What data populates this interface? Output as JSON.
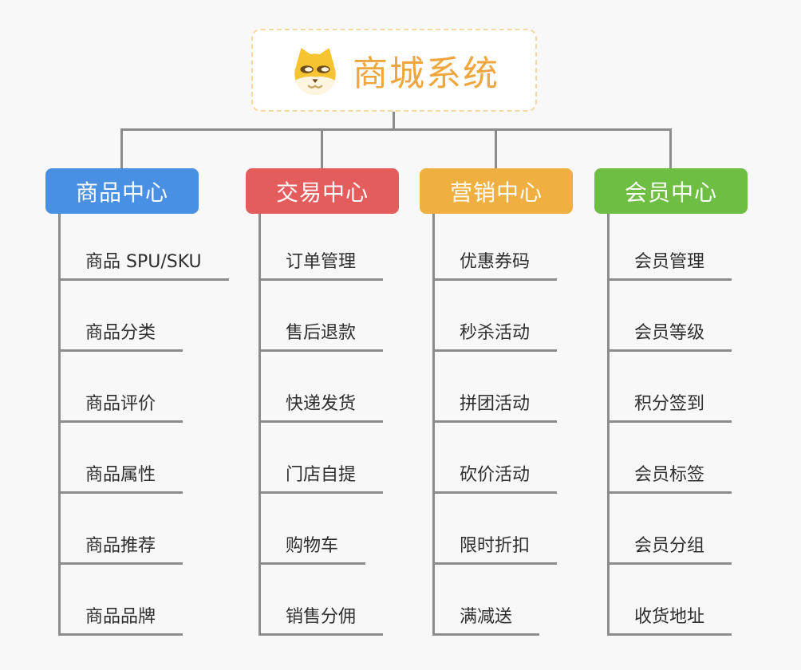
{
  "root": {
    "title": "商城系统",
    "icon": "dog-face-icon"
  },
  "branches": [
    {
      "label": "商品中心",
      "color": "#4a90e2",
      "children": [
        "商品 SPU/SKU",
        "商品分类",
        "商品评价",
        "商品属性",
        "商品推荐",
        "商品品牌"
      ]
    },
    {
      "label": "交易中心",
      "color": "#e45c5c",
      "children": [
        "订单管理",
        "售后退款",
        "快递发货",
        "门店自提",
        "购物车",
        "销售分佣"
      ]
    },
    {
      "label": "营销中心",
      "color": "#efaf41",
      "children": [
        "优惠券码",
        "秒杀活动",
        "拼团活动",
        "砍价活动",
        "限时折扣",
        "满减送"
      ]
    },
    {
      "label": "会员中心",
      "color": "#6fbe44",
      "children": [
        "会员管理",
        "会员等级",
        "积分签到",
        "会员标签",
        "会员分组",
        "收货地址"
      ]
    }
  ],
  "colors": {
    "background": "#f8f8f8",
    "connector": "#8c8c8c",
    "root_border": "#f6d7a2",
    "root_title": "#f0a63e",
    "leaf_text": "#2e2e2e"
  }
}
